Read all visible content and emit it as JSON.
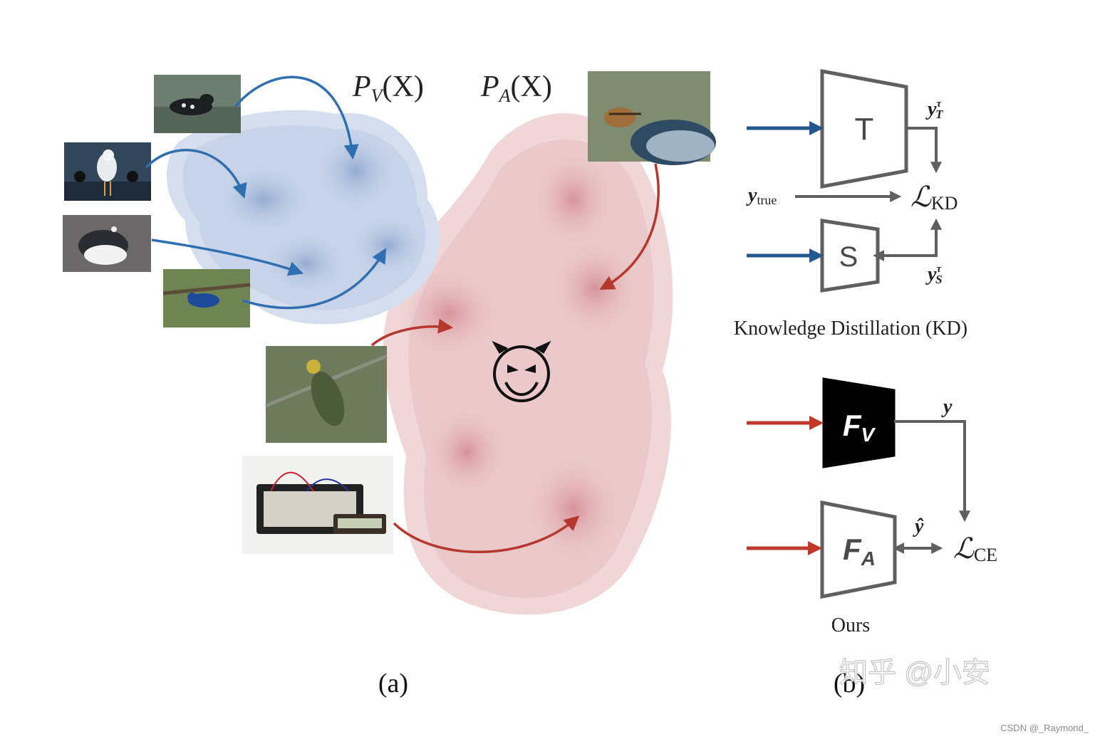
{
  "panel_a": {
    "label_pv_main": "P",
    "label_pv_sub": "V",
    "label_pv_arg": "(X)",
    "label_pa_main": "P",
    "label_pa_sub": "A",
    "label_pa_arg": "(X)",
    "caption": "(a)",
    "devil_face": "😈",
    "thumbnails": [
      "loon-photo",
      "seagull-photo",
      "junco-photo",
      "bunting-photo",
      "chipmunk-photo",
      "warbler-photo",
      "breadboard-photo"
    ]
  },
  "panel_b": {
    "teacher_label": "T",
    "student_label": "S",
    "y_T_main": "y",
    "y_T_sup": "τ",
    "y_T_sub": "T",
    "y_true_main": "y",
    "y_true_sub": "true",
    "L_KD_main": "ℒ",
    "L_KD_sub": "KD",
    "y_S_main": "y",
    "y_S_sup": "τ",
    "y_S_sub": "S",
    "kd_caption": "Knowledge Distillation (KD)",
    "fv_main": "F",
    "fv_sub": "V",
    "fa_main": "F",
    "fa_sub": "A",
    "y_label": "y",
    "y_hat": "ŷ",
    "L_CE_main": "ℒ",
    "L_CE_sub": "CE",
    "ours_caption": "Ours",
    "caption": "(b)"
  },
  "watermark_zhihu": "知乎 @小安",
  "watermark_csdn": "CSDN @_Raymond_",
  "colors": {
    "blue": "#2f5f97",
    "red": "#b5372d",
    "gray": "#5f5f5f",
    "blob_blue": "#b9c9e1",
    "blob_red": "#e8c4c4"
  }
}
